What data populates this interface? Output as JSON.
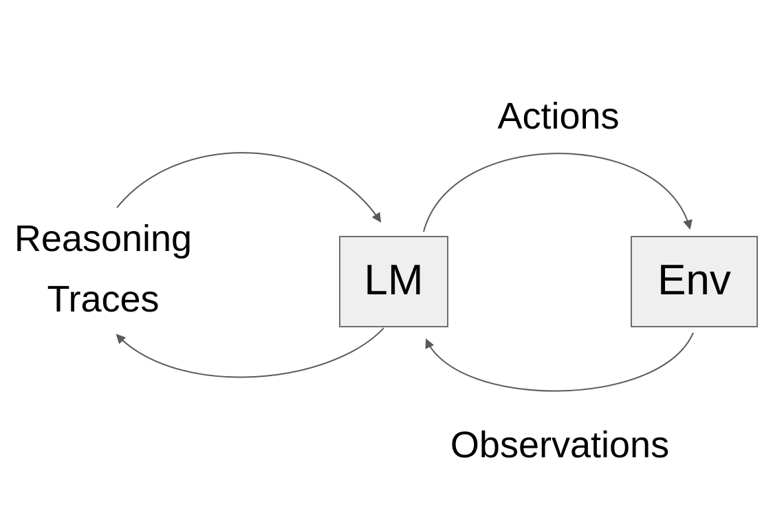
{
  "diagram": {
    "type": "flow-loop-diagram",
    "background_color": "#ffffff",
    "nodes": [
      {
        "id": "lm",
        "label": "LM",
        "fill": "#efefef",
        "border_color": "#6e6e6e"
      },
      {
        "id": "env",
        "label": "Env",
        "fill": "#efefef",
        "border_color": "#6e6e6e"
      }
    ],
    "labels": {
      "reasoning_line1": "Reasoning",
      "reasoning_line2": "Traces",
      "actions": "Actions",
      "observations": "Observations"
    },
    "edges": [
      {
        "id": "reasoning-loop-top",
        "from": "reasoning-traces",
        "to": "lm",
        "description": "upper arc of reasoning loop, arrow into top of LM"
      },
      {
        "id": "reasoning-loop-bottom",
        "from": "lm",
        "to": "reasoning-traces",
        "description": "lower arc of reasoning loop, arrow toward Traces text"
      },
      {
        "id": "actions-arc",
        "from": "lm",
        "to": "env",
        "label": "Actions",
        "description": "arc over the top, arrow into top of Env"
      },
      {
        "id": "observations-arc",
        "from": "env",
        "to": "lm",
        "label": "Observations",
        "description": "arc under the bottom, arrow into bottom of LM"
      }
    ],
    "colors": {
      "arrow": "#5a5a5a",
      "box_fill": "#efefef",
      "box_border": "#6e6e6e",
      "text": "#000000",
      "background": "#ffffff"
    }
  }
}
